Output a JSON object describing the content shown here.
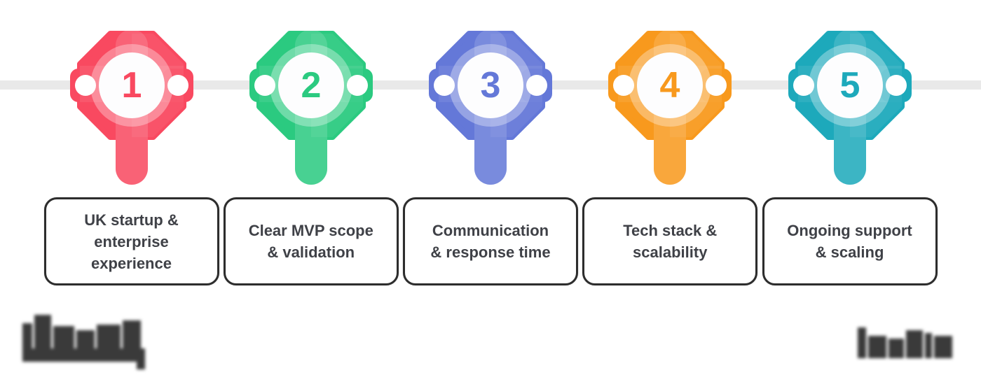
{
  "steps": [
    {
      "number": "1",
      "label": "UK startup &\nenterprise\nexperience",
      "color": "#F94960"
    },
    {
      "number": "2",
      "label": "Clear MVP scope\n& validation",
      "color": "#2BCA80"
    },
    {
      "number": "3",
      "label": "Communication\n& response time",
      "color": "#6478D8"
    },
    {
      "number": "4",
      "label": "Tech stack &\nscalability",
      "color": "#F8991D"
    },
    {
      "number": "5",
      "label": "Ongoing support\n& scaling",
      "color": "#1DA9BB"
    }
  ],
  "timeline": {
    "color": "#E9E9E9"
  },
  "card": {
    "border_color": "#2D2D2D",
    "text_color": "#3F4147",
    "background": "#FFFFFF"
  },
  "footer": {
    "left_logo_icon": "blurred-logo-redacted",
    "right_wordmark_icon": "blurred-wordmark-redacted",
    "blur_color": "#3A3A3A"
  }
}
